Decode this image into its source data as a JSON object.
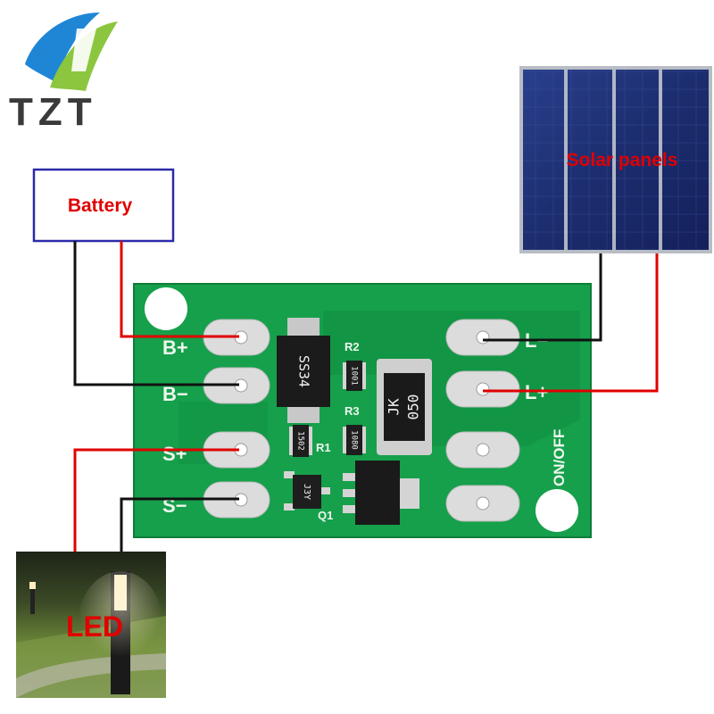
{
  "logo": {
    "text": "TZT",
    "colors": {
      "blue": "#1f86d6",
      "green": "#8cc63f",
      "text": "#3a3a3a"
    }
  },
  "battery_box": {
    "label": "Battery",
    "border_color": "#2b2baa",
    "text_color": "#e00000"
  },
  "solar_panel": {
    "label": "Solar panels",
    "text_color": "#e00000"
  },
  "led_photo": {
    "label": "LED",
    "text_color": "#e00000"
  },
  "board": {
    "color": "#16a04b",
    "left_pads": [
      "B+",
      "B−",
      "S+",
      "S−"
    ],
    "right_pads": [
      "L−",
      "L+"
    ],
    "switch_label": "ON/OFF",
    "components": {
      "diode": {
        "ref": "",
        "marking": "SS34"
      },
      "r2": {
        "ref": "R2",
        "marking": "1001"
      },
      "r3": {
        "ref": "R3",
        "marking": "1080"
      },
      "r1": {
        "ref": "R1",
        "marking": "1502"
      },
      "fuse": {
        "marking_line1": "JK",
        "marking_line2": "050"
      },
      "q1": {
        "ref": "Q1",
        "marking": "J3Y"
      }
    }
  },
  "wire_colors": {
    "positive": "#e00000",
    "negative": "#111111"
  }
}
